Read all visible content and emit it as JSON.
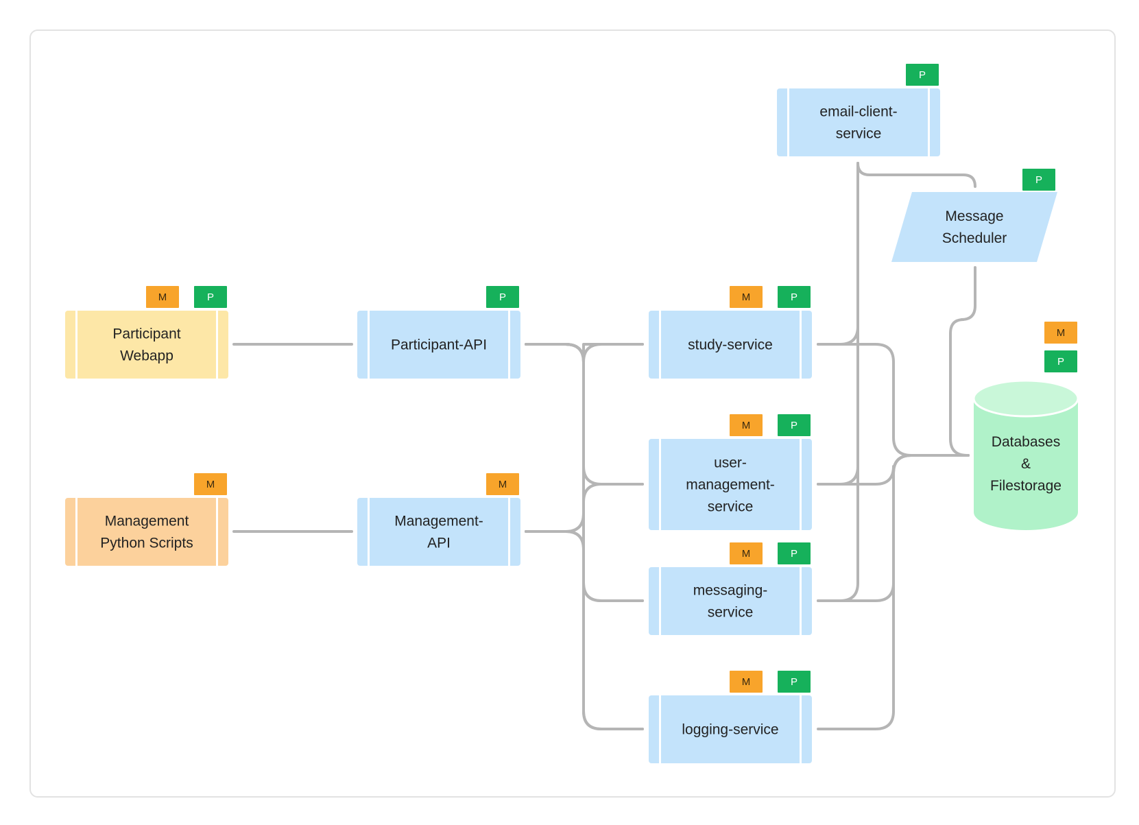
{
  "colors": {
    "service": "#c3e3fb",
    "service_stripe": "#ffffff",
    "webapp": "#fde7a7",
    "scripts": "#fcd19c",
    "database": "#b0f2c9",
    "database_top": "#c9f7d9",
    "badge_m": "#f8a42b",
    "badge_p": "#16b15b",
    "badge_m_text": "#3a2a10",
    "badge_p_text": "#ffffff",
    "connector": "#b5b5b5"
  },
  "badges": {
    "m": "M",
    "p": "P"
  },
  "nodes": [
    {
      "id": "participant-webapp",
      "kind": "webapp",
      "lines": [
        "Participant",
        "Webapp"
      ],
      "badges": [
        "M",
        "P"
      ]
    },
    {
      "id": "management-scripts",
      "kind": "scripts",
      "lines": [
        "Management",
        "Python Scripts"
      ],
      "badges": [
        "M"
      ]
    },
    {
      "id": "participant-api",
      "kind": "service",
      "lines": [
        "Participant-API"
      ],
      "badges": [
        "P"
      ]
    },
    {
      "id": "management-api",
      "kind": "service",
      "lines": [
        "Management-",
        "API"
      ],
      "badges": [
        "M"
      ]
    },
    {
      "id": "study-service",
      "kind": "service",
      "lines": [
        "study-service"
      ],
      "badges": [
        "M",
        "P"
      ]
    },
    {
      "id": "user-management-service",
      "kind": "service",
      "lines": [
        "user-",
        "management-",
        "service"
      ],
      "badges": [
        "M",
        "P"
      ]
    },
    {
      "id": "messaging-service",
      "kind": "service",
      "lines": [
        "messaging-",
        "service"
      ],
      "badges": [
        "M",
        "P"
      ]
    },
    {
      "id": "logging-service",
      "kind": "service",
      "lines": [
        "logging-service"
      ],
      "badges": [
        "M",
        "P"
      ]
    },
    {
      "id": "email-client-service",
      "kind": "service",
      "lines": [
        "email-client-",
        "service"
      ],
      "badges": [
        "P"
      ]
    },
    {
      "id": "message-scheduler",
      "kind": "scheduler",
      "lines": [
        "Message",
        "Scheduler"
      ],
      "badges": [
        "P"
      ]
    },
    {
      "id": "databases-filestorage",
      "kind": "database",
      "lines": [
        "Databases",
        "&",
        "Filestorage"
      ],
      "badges": [
        "M",
        "P"
      ]
    }
  ],
  "edges": [
    [
      "participant-webapp",
      "participant-api"
    ],
    [
      "management-scripts",
      "management-api"
    ],
    [
      "participant-api",
      "study-service"
    ],
    [
      "participant-api",
      "user-management-service"
    ],
    [
      "participant-api",
      "messaging-service"
    ],
    [
      "participant-api",
      "logging-service"
    ],
    [
      "management-api",
      "study-service"
    ],
    [
      "management-api",
      "user-management-service"
    ],
    [
      "management-api",
      "messaging-service"
    ],
    [
      "management-api",
      "logging-service"
    ],
    [
      "study-service",
      "email-client-service"
    ],
    [
      "user-management-service",
      "email-client-service"
    ],
    [
      "messaging-service",
      "email-client-service"
    ],
    [
      "email-client-service",
      "message-scheduler"
    ],
    [
      "study-service",
      "databases-filestorage"
    ],
    [
      "user-management-service",
      "databases-filestorage"
    ],
    [
      "messaging-service",
      "databases-filestorage"
    ],
    [
      "logging-service",
      "databases-filestorage"
    ],
    [
      "message-scheduler",
      "databases-filestorage"
    ]
  ]
}
